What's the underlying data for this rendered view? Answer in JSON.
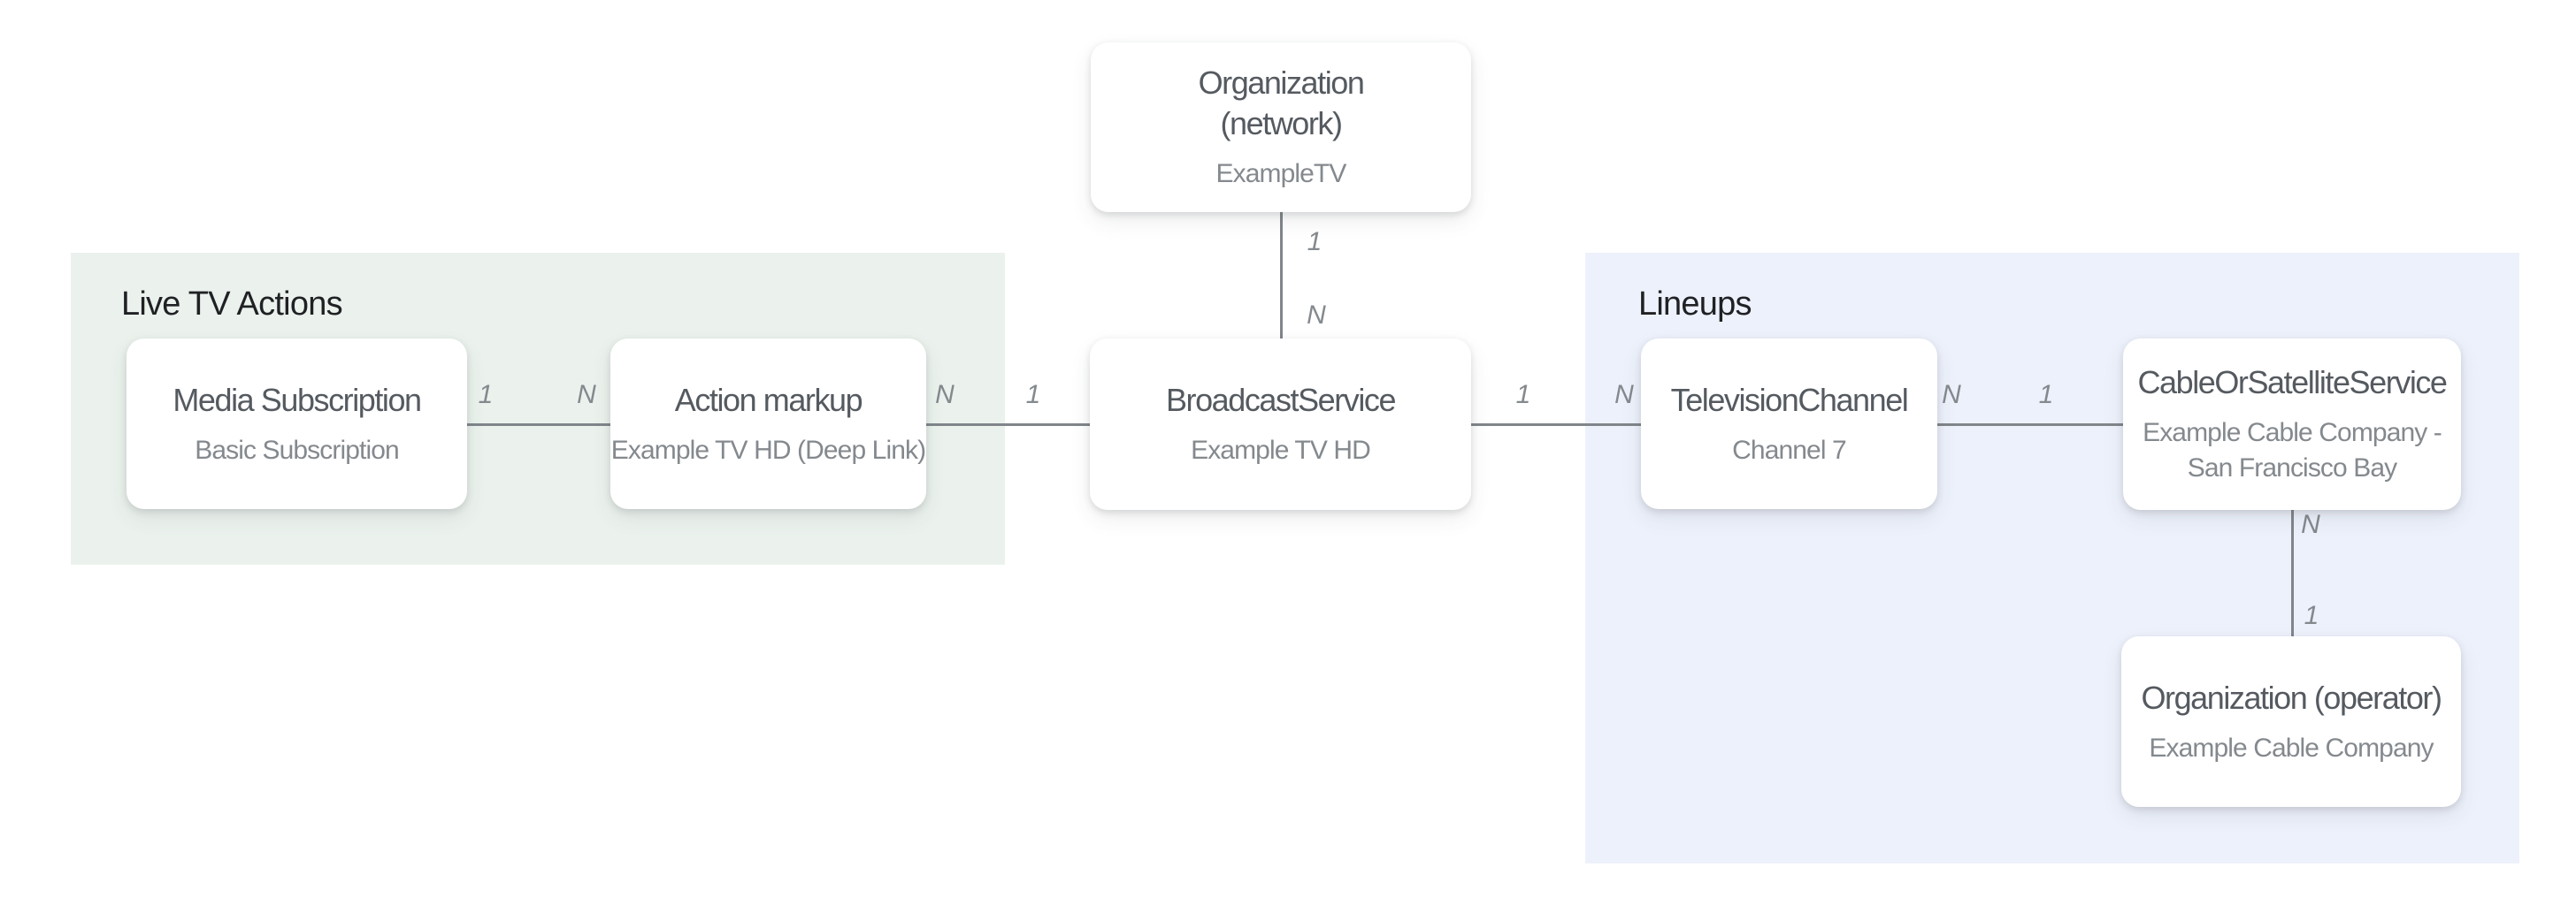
{
  "sections": {
    "live_tv_actions": {
      "label": "Live TV Actions"
    },
    "lineups": {
      "label": "Lineups"
    }
  },
  "nodes": {
    "org_network": {
      "title": "Organization (network)",
      "subtitle": "ExampleTV"
    },
    "media_subscription": {
      "title": "Media Subscription",
      "subtitle": "Basic Subscription"
    },
    "action_markup": {
      "title": "Action markup",
      "subtitle": "Example TV HD (Deep Link)"
    },
    "broadcast_service": {
      "title": "BroadcastService",
      "subtitle": "Example TV HD"
    },
    "television_channel": {
      "title": "TelevisionChannel",
      "subtitle": "Channel 7"
    },
    "cable_or_satellite_service": {
      "title": "CableOrSatelliteService",
      "subtitle": "Example Cable Company - San Francisco Bay"
    },
    "org_operator": {
      "title": "Organization (operator)",
      "subtitle": "Example Cable Company"
    }
  },
  "cardinalities": {
    "media_subscription__action_markup": {
      "from": "1",
      "to": "N"
    },
    "action_markup__broadcast_service": {
      "from": "N",
      "to": "1"
    },
    "org_network__broadcast_service": {
      "from": "1",
      "to": "N"
    },
    "broadcast_service__television_channel": {
      "from": "1",
      "to": "N"
    },
    "television_channel__cable_service": {
      "from": "N",
      "to": "1"
    },
    "cable_service__org_operator": {
      "from": "N",
      "to": "1"
    }
  },
  "colors": {
    "canvas_bg": "#ffffff",
    "live_tv_actions_bg": "#ebf2ed",
    "lineups_bg": "#edf1fb",
    "connector": "#80868b",
    "section_title": "#202124",
    "node_title": "#555a60",
    "node_subtitle": "#84898e",
    "cardinality_label": "#84898e"
  }
}
